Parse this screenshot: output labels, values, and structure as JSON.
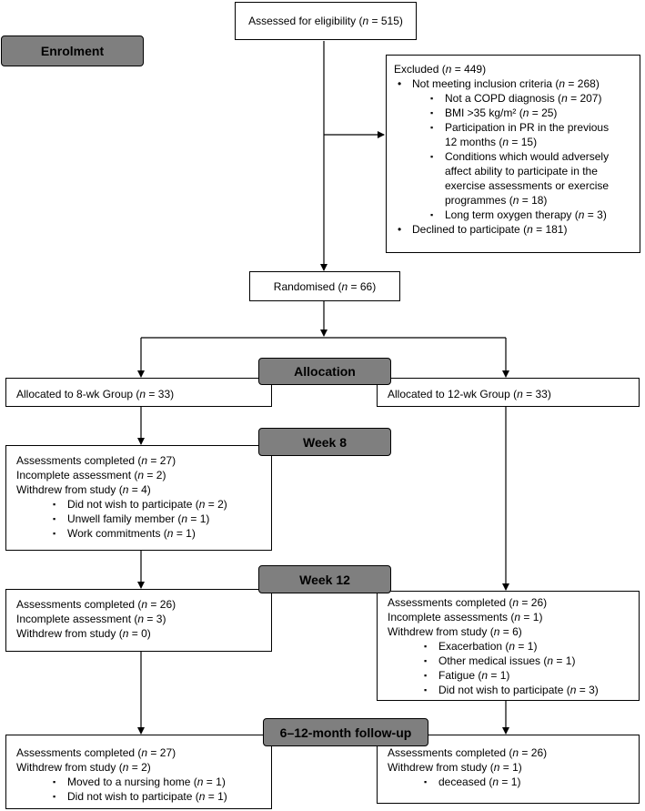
{
  "enrolment": {
    "label": "Enrolment",
    "assessed": {
      "text": "Assessed for eligibility (",
      "n": "515"
    },
    "excluded": {
      "title": {
        "text": "Excluded (",
        "n": "449"
      },
      "items": [
        {
          "level": 1,
          "text": "Not meeting inclusion criteria (",
          "n": "268"
        },
        {
          "level": 2,
          "text": "Not a COPD diagnosis (",
          "n": "207"
        },
        {
          "level": 2,
          "text": "BMI >35 kg/m² (",
          "n": "25"
        },
        {
          "level": 2,
          "text": "Participation in PR in the previous",
          "n": null
        },
        {
          "level": 2,
          "text": "12 months (",
          "n": "15",
          "continuation": true
        },
        {
          "level": 2,
          "text": "Conditions which would adversely",
          "n": null
        },
        {
          "level": 2,
          "text": "affect ability to participate in the",
          "n": null,
          "continuation": true
        },
        {
          "level": 2,
          "text": "exercise assessments or exercise",
          "n": null,
          "continuation": true
        },
        {
          "level": 2,
          "text": "programmes (",
          "n": "18",
          "continuation": true
        },
        {
          "level": 2,
          "text": "Long term oxygen therapy (",
          "n": "3"
        },
        {
          "level": 1,
          "text": "Declined to participate (",
          "n": "181"
        }
      ]
    },
    "randomised": {
      "text": "Randomised (",
      "n": "66"
    }
  },
  "allocation": {
    "label": "Allocation",
    "left": {
      "text": "Allocated to 8-wk Group (",
      "n": "33"
    },
    "right": {
      "text": "Allocated to 12-wk Group (",
      "n": "33"
    }
  },
  "week8": {
    "label": "Week 8",
    "left": [
      {
        "level": 0,
        "text": "Assessments completed (",
        "n": "27"
      },
      {
        "level": 0,
        "text": "Incomplete assessment (",
        "n": "2"
      },
      {
        "level": 0,
        "text": "Withdrew from study (",
        "n": "4"
      },
      {
        "level": 2,
        "text": "Did not wish to participate (",
        "n": "2"
      },
      {
        "level": 2,
        "text": "Unwell family member (",
        "n": "1"
      },
      {
        "level": 2,
        "text": "Work commitments (",
        "n": "1"
      }
    ]
  },
  "week12": {
    "label": "Week 12",
    "left": [
      {
        "level": 0,
        "text": "Assessments completed (",
        "n": "26"
      },
      {
        "level": 0,
        "text": "Incomplete assessment (",
        "n": "3"
      },
      {
        "level": 0,
        "text": "Withdrew from study (",
        "n": "0"
      }
    ],
    "right": [
      {
        "level": 0,
        "text": "Assessments completed (",
        "n": "26"
      },
      {
        "level": 0,
        "text": "Incomplete assessments (",
        "n": "1"
      },
      {
        "level": 0,
        "text": "Withdrew from study (",
        "n": "6"
      },
      {
        "level": 2,
        "text": "Exacerbation (",
        "n": "1"
      },
      {
        "level": 2,
        "text": "Other medical issues (",
        "n": "1"
      },
      {
        "level": 2,
        "text": "Fatigue (",
        "n": "1"
      },
      {
        "level": 2,
        "text": "Did not wish to participate (",
        "n": "3"
      }
    ]
  },
  "followup": {
    "label": "6–12-month follow-up",
    "left": [
      {
        "level": 0,
        "text": "Assessments completed (",
        "n": "27"
      },
      {
        "level": 0,
        "text": "Withdrew from study (",
        "n": "2"
      },
      {
        "level": 2,
        "text": "Moved to a nursing home (",
        "n": "1"
      },
      {
        "level": 2,
        "text": "Did not wish to participate (",
        "n": "1"
      }
    ],
    "right": [
      {
        "level": 0,
        "text": "Assessments completed (",
        "n": "26"
      },
      {
        "level": 0,
        "text": "Withdrew from study (",
        "n": "1"
      },
      {
        "level": 2,
        "text": "deceased (",
        "n": "1"
      }
    ]
  },
  "n_symbol": "n",
  "n_eq": " = ",
  "n_close": ")"
}
